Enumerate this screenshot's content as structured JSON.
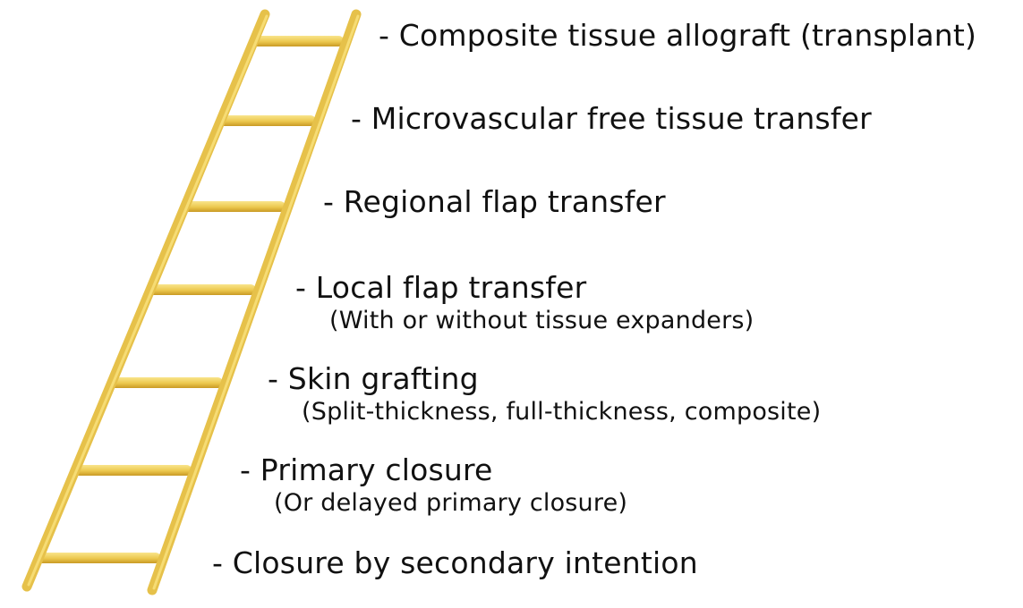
{
  "ladder": {
    "rung_count": 7,
    "colors": {
      "rail_light": "#f6dc74",
      "rail_mid": "#e6c14a",
      "rail_dark": "#c99a24",
      "rung_light": "#f9e58c",
      "rung_dark": "#d8ae34"
    }
  },
  "steps": [
    {
      "main": "- Composite tissue allograft (transplant)",
      "sub": ""
    },
    {
      "main": "- Microvascular free tissue transfer",
      "sub": ""
    },
    {
      "main": "- Regional flap transfer",
      "sub": ""
    },
    {
      "main": "- Local flap transfer",
      "sub": "(With or without tissue expanders)"
    },
    {
      "main": "- Skin grafting",
      "sub": "(Split-thickness, full-thickness, composite)"
    },
    {
      "main": "- Primary closure",
      "sub": "(Or delayed primary closure)"
    },
    {
      "main": "- Closure by secondary intention",
      "sub": ""
    }
  ]
}
